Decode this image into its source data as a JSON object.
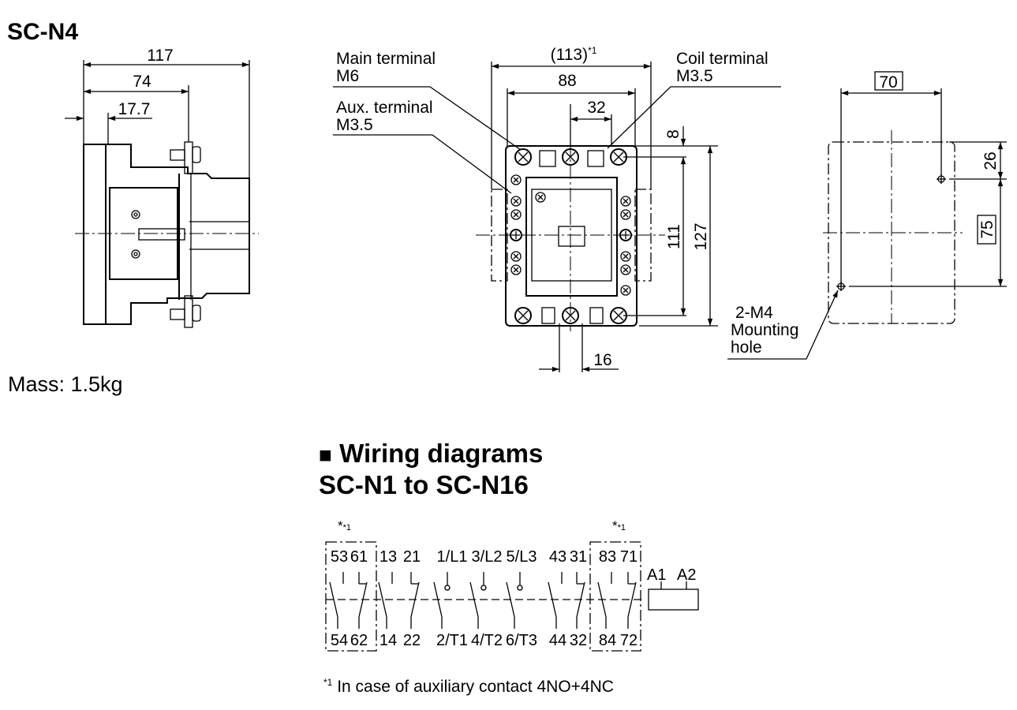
{
  "model_title": "SC-N4",
  "mass_label": "Mass: 1.5kg",
  "side_view": {
    "dimensions": {
      "overall_depth": "117",
      "terminal_depth": "74",
      "mount_offset": "17.7"
    }
  },
  "front_view": {
    "dimensions": {
      "width_with_aux": "(113)",
      "width_with_aux_note": "*1",
      "width": "88",
      "coil_terminal_offset": "32",
      "top_offset": "8",
      "terminal_height": "111",
      "overall_height": "127",
      "terminal_pitch": "16"
    },
    "callouts": {
      "main_terminal": [
        "Main terminal",
        "M6"
      ],
      "aux_terminal": [
        "Aux. terminal",
        "M3.5"
      ],
      "coil_terminal": [
        "Coil terminal",
        "M3.5"
      ]
    }
  },
  "mounting_view": {
    "dimensions": {
      "hole_spacing_h": "70",
      "top_to_hole": "26",
      "hole_spacing_v": "75"
    },
    "callout": [
      "2-M4",
      "Mounting",
      "hole"
    ]
  },
  "wiring": {
    "heading_line1": "Wiring diagrams",
    "heading_line2": "SC-N1 to SC-N16",
    "heading_bullet": "■",
    "note_marker": "*1",
    "top_labels": [
      "53",
      "61",
      "13",
      "21",
      "1/L1",
      "3/L2",
      "5/L3",
      "43",
      "31",
      "83",
      "71"
    ],
    "bottom_labels": [
      "54",
      "62",
      "14",
      "22",
      "2/T1",
      "4/T2",
      "6/T3",
      "44",
      "32",
      "84",
      "72"
    ],
    "coil_labels": [
      "A1",
      "A2"
    ],
    "footnote_marker": "*1",
    "footnote": "In case of auxiliary contact 4NO+4NC"
  }
}
